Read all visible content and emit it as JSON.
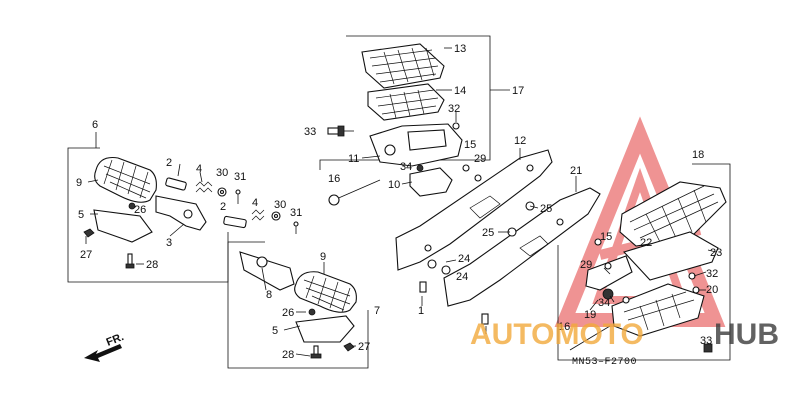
{
  "diagram": {
    "figure_code": "MN53–F2700",
    "front_arrow_label": "FR.",
    "callouts": {
      "c1": "1",
      "c2a": "2",
      "c2b": "2",
      "c3": "3",
      "c4a": "4",
      "c4b": "4",
      "c5a": "5",
      "c5b": "5",
      "c6": "6",
      "c7": "7",
      "c8": "8",
      "c9a": "9",
      "c9b": "9",
      "c10": "10",
      "c11": "11",
      "c12": "12",
      "c13": "13",
      "c14": "14",
      "c15a": "15",
      "c15b": "15",
      "c16a": "16",
      "c16b": "16",
      "c17": "17",
      "c18": "18",
      "c19": "19",
      "c20": "20",
      "c21": "21",
      "c22": "22",
      "c23": "23",
      "c24a": "24",
      "c24b": "24",
      "c25a": "25",
      "c25b": "25",
      "c26a": "26",
      "c26b": "26",
      "c27a": "27",
      "c27b": "27",
      "c28a": "28",
      "c28b": "28",
      "c29a": "29",
      "c29b": "29",
      "c30a": "30",
      "c30b": "30",
      "c31a": "31",
      "c31b": "31",
      "c32a": "32",
      "c32b": "32",
      "c33a": "33",
      "c33b": "33",
      "c34a": "34",
      "c34b": "34"
    }
  },
  "watermark": {
    "brand_part1": "AUTOMOTO",
    "brand_part2": "HUB",
    "color_primary": "#f2a93b",
    "color_secondary": "#e23b3b",
    "color_text_dark": "#3c3c3c"
  }
}
